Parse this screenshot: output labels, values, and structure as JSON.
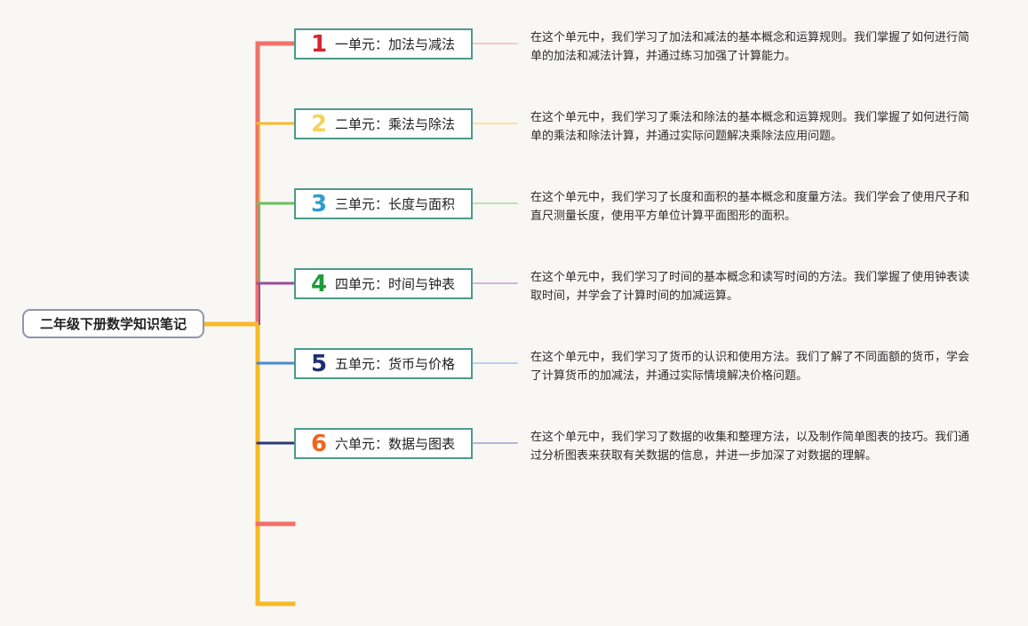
{
  "root": {
    "label": "二年级下册数学知识笔记"
  },
  "units": [
    {
      "number": "1",
      "title": "一单元：加法与减法",
      "color": "#d9232e",
      "line_color": "#f0706a",
      "note_line_color": "#f6b8b2",
      "note": "在这个单元中，我们学习了加法和减法的基本概念和运算规则。我们掌握了如何进行简单的加法和减法计算，并通过练习加强了计算能力。"
    },
    {
      "number": "2",
      "title": "二单元：乘法与除法",
      "color": "#f5d35a",
      "line_color": "#f7b928",
      "note_line_color": "#f9dc8a",
      "note": "在这个单元中，我们学习了乘法和除法的基本概念和运算规则。我们掌握了如何进行简单的乘法和除法计算，并通过实际问题解决乘除法应用问题。"
    },
    {
      "number": "3",
      "title": "三单元：长度与面积",
      "color": "#2f9bd0",
      "line_color": "#6cc05a",
      "note_line_color": "#a9dc9c",
      "note": "在这个单元中，我们学习了长度和面积的基本概念和度量方法。我们学会了使用尺子和直尺测量长度，使用平方单位计算平面图形的面积。"
    },
    {
      "number": "4",
      "title": "四单元：时间与钟表",
      "color": "#1e9a38",
      "line_color": "#9b4c9c",
      "note_line_color": "#c99ec9",
      "note": "在这个单元中，我们学习了时间的基本概念和读写时间的方法。我们掌握了使用钟表读取时间，并学会了计算时间的加减运算。"
    },
    {
      "number": "5",
      "title": "五单元：货币与价格",
      "color": "#1f2f72",
      "line_color": "#4a8ad0",
      "note_line_color": "#a3c4e8",
      "note": "在这个单元中，我们学习了货币的认识和使用方法。我们了解了不同面额的货币，学会了计算货币的加减法，并通过实际情境解决价格问题。"
    },
    {
      "number": "6",
      "title": "六单元：数据与图表",
      "color": "#f0641e",
      "line_color": "#2d3877",
      "note_line_color": "#9da2c8",
      "note": "在这个单元中，我们学习了数据的收集和整理方法，以及制作简单图表的技巧。我们通过分析图表来获取有关数据的信息，并进一步加深了对数据的理解。"
    }
  ],
  "empty_branches": [
    {
      "line_color": "#f0706a"
    },
    {
      "line_color": "#f7b928"
    }
  ],
  "trunk_color": "#f7b928"
}
